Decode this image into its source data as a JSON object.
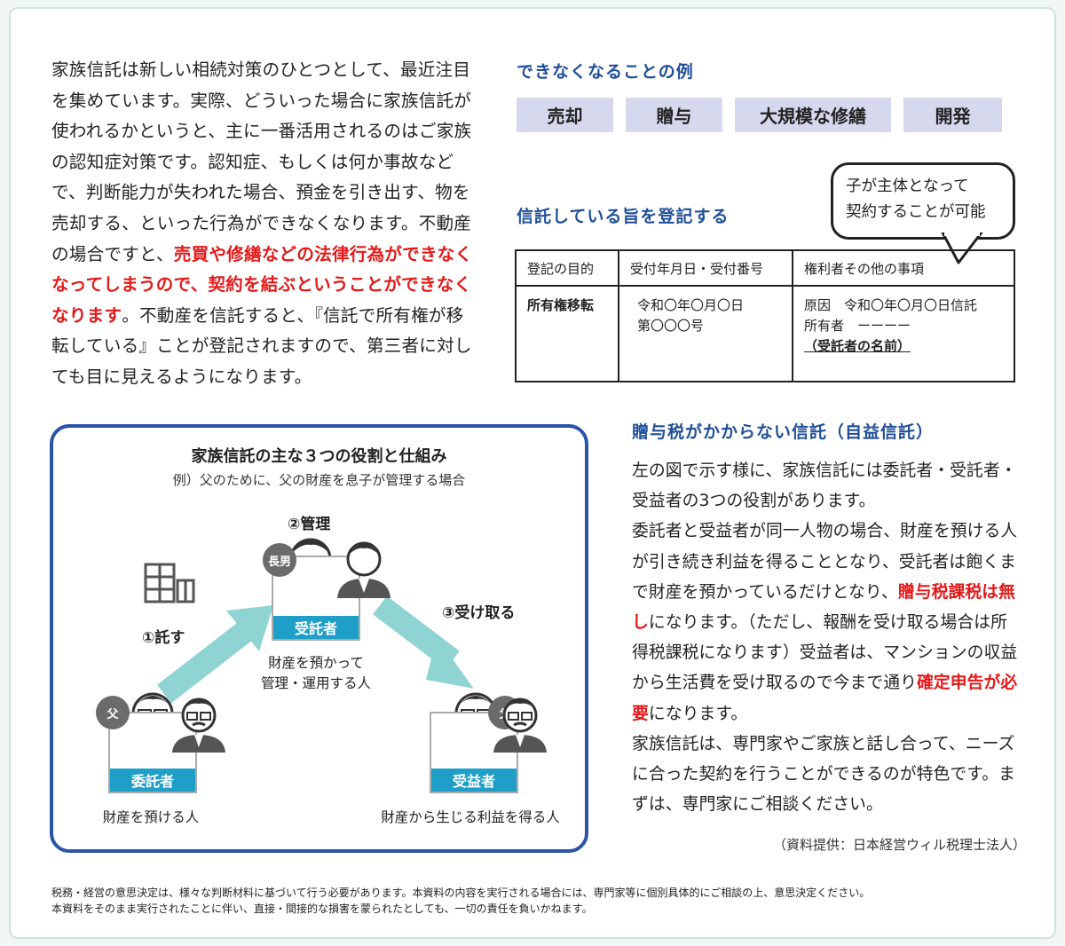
{
  "intro": {
    "part1": "家族信託は新しい相続対策のひとつとして、最近注目を集めています。実際、どういった場合に家族信託が使われるかというと、主に一番活用されるのはご家族の認知症対策です。認知症、もしくは何か事故などで、判断能力が失われた場合、預金を引き出す、物を売却する、といった行為ができなくなります。不動産の場合ですと、",
    "highlight": "売買や修繕などの法律行為ができなくなってしまうので、契約を結ぶということができなくなります",
    "part2": "。不動産を信託すると、『信託で所有権が移転している』ことが登記されますので、第三者に対しても目に見えるようになります。"
  },
  "cannot_examples": {
    "title": "できなくなることの例",
    "items": [
      "売却",
      "贈与",
      "大規模な修繕",
      "開発"
    ]
  },
  "registration": {
    "title": "信託している旨を登記する",
    "bubble_line1": "子が主体となって",
    "bubble_line2": "契約することが可能",
    "headers": [
      "登記の目的",
      "受付年月日・受付番号",
      "権利者その他の事項"
    ],
    "purpose": "所有権移転",
    "date_line1": "令和〇年〇月〇日",
    "date_line2": "第〇〇〇号",
    "rights_line1": "原因　令和〇年〇月〇日信託",
    "rights_line2": "所有者　ーーーー",
    "rights_line3": "（受託者の名前）"
  },
  "diagram": {
    "title": "家族信託の主な３つの役割と仕組み",
    "subtitle": "例）父のために、父の財産を息子が管理する場合",
    "step1": "①託す",
    "step2": "②管理",
    "step3": "③受け取る",
    "trustee_badge": "長男",
    "trustee_role": "受託者",
    "trustee_caption1": "財産を預かって",
    "trustee_caption2": "管理・運用する人",
    "settlor_badge": "父",
    "settlor_role": "委託者",
    "settlor_caption": "財産を預ける人",
    "beneficiary_badge": "父",
    "beneficiary_role": "受益者",
    "beneficiary_caption": "財産から生じる利益を得る人"
  },
  "gift_tax": {
    "title": "贈与税がかからない信託（自益信託）",
    "p1": "左の図で示す様に、家族信託には委託者・受託者・受益者の3つの役割があります。",
    "p2a": "委託者と受益者が同一人物の場合、財産を預ける人が引き続き利益を得ることとなり、受託者は飽くまで財産を預かっているだけとなり、",
    "p2red1": "贈与税課税は無し",
    "p2b": "になります。（ただし、報酬を受け取る場合は所得税課税になります）受益者は、マンションの収益から生活費を受け取るので今まで通り",
    "p2red2": "確定申告が必要",
    "p2c": "になります。",
    "p3": "家族信託は、専門家やご家族と話し合って、ニーズに合った契約を行うことができるのが特色です。まずは、専門家にご相談ください。"
  },
  "credit": "（資料提供：日本経営ウィル税理士法人）",
  "disclaimer": {
    "line1": "税務・経営の意思決定は、様々な判断材料に基づいて行う必要があります。本資料の内容を実行される場合には、専門家等に個別具体的にご相談の上、意思決定ください。",
    "line2": "本資料をそのまま実行されたことに伴い、直接・間接的な損害を蒙られたとしても、一切の責任を負いかねます。"
  },
  "colors": {
    "accent_blue": "#1f4f98",
    "red": "#e21a1a",
    "chip_bg": "#d6d8ee",
    "teal_band": "#1f9fc8",
    "arrow": "#8fd3d3"
  }
}
